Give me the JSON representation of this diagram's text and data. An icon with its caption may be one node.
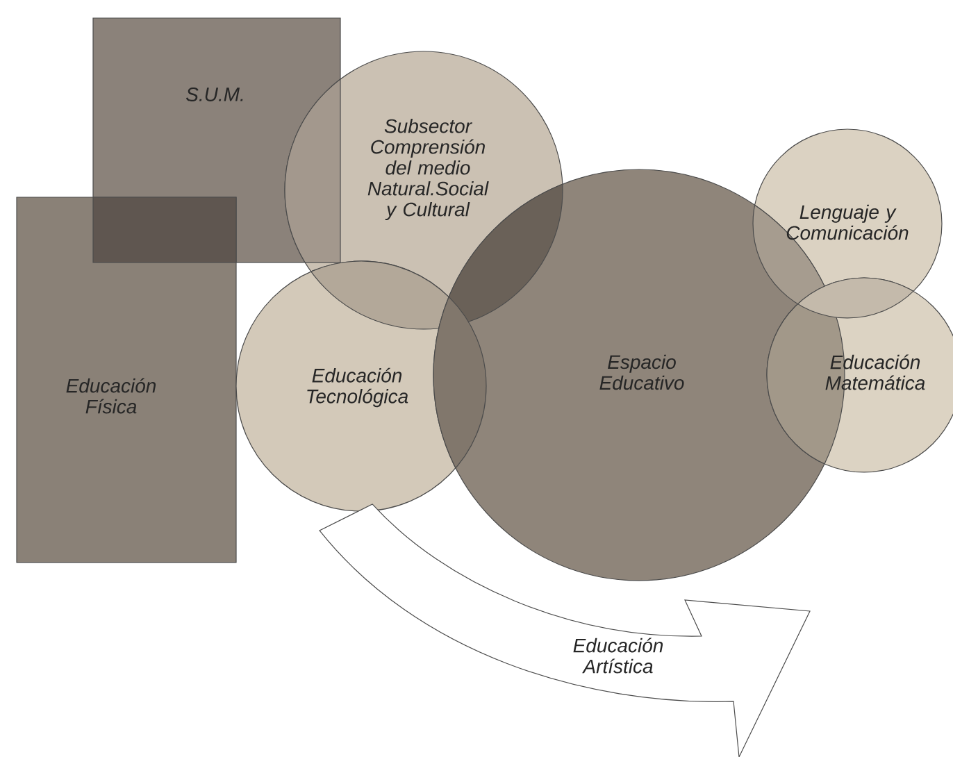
{
  "diagram": {
    "nodes": [
      {
        "text": [
          "S.U.M."
        ]
      },
      {
        "text": [
          "Subsector Comprensión del medio Natural.Social y Cultural"
        ]
      },
      {
        "text": [
          "Lenguaje y Comunicación"
        ]
      },
      {
        "text": [
          "Educación Física"
        ]
      },
      {
        "text": [
          "Educación Tecnológica"
        ]
      },
      {
        "text": [
          "Espacio Educativo"
        ]
      },
      {
        "text": [
          "Educación Matemática"
        ]
      },
      {
        "text": [
          "Educación Artística"
        ]
      }
    ]
  }
}
